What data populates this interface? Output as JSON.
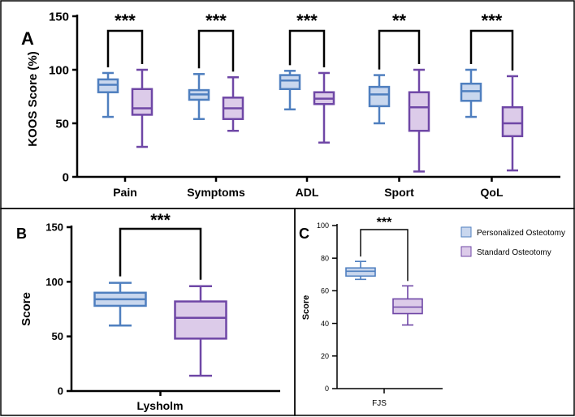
{
  "colors": {
    "personalized_fill": "#c9d7ee",
    "personalized_stroke": "#4f7fbf",
    "standard_fill": "#dccbe9",
    "standard_stroke": "#6f47a6",
    "bracket": "#000000",
    "panel_border": "#000000"
  },
  "legend": {
    "items": [
      {
        "label": "Personalized Osteotomy",
        "series": "personalized"
      },
      {
        "label": "Standard Osteotomy",
        "series": "standard"
      }
    ]
  },
  "chart_data": [
    {
      "panel": "A",
      "type": "box",
      "ylabel": "KOOS Score (%)",
      "ylim": [
        0,
        150
      ],
      "yticks": [
        0,
        50,
        100,
        150
      ],
      "categories": [
        "Pain",
        "Symptoms",
        "ADL",
        "Sport",
        "QoL"
      ],
      "series": [
        {
          "key": "personalized",
          "boxes": [
            {
              "min": 56,
              "q1": 79,
              "median": 86,
              "q3": 91,
              "max": 97
            },
            {
              "min": 54,
              "q1": 72,
              "median": 77,
              "q3": 81,
              "max": 96
            },
            {
              "min": 63,
              "q1": 82,
              "median": 90,
              "q3": 95,
              "max": 99
            },
            {
              "min": 50,
              "q1": 66,
              "median": 77,
              "q3": 84,
              "max": 95
            },
            {
              "min": 56,
              "q1": 71,
              "median": 80,
              "q3": 87,
              "max": 100
            }
          ]
        },
        {
          "key": "standard",
          "boxes": [
            {
              "min": 28,
              "q1": 58,
              "median": 64,
              "q3": 82,
              "max": 100
            },
            {
              "min": 43,
              "q1": 54,
              "median": 64,
              "q3": 74,
              "max": 93
            },
            {
              "min": 32,
              "q1": 68,
              "median": 73,
              "q3": 79,
              "max": 97
            },
            {
              "min": 5,
              "q1": 43,
              "median": 65,
              "q3": 79,
              "max": 100
            },
            {
              "min": 6,
              "q1": 38,
              "median": 50,
              "q3": 65,
              "max": 94
            }
          ]
        }
      ],
      "significance": [
        "***",
        "***",
        "***",
        "**",
        "***"
      ]
    },
    {
      "panel": "B",
      "type": "box",
      "ylabel": "Score",
      "xlabel": "Lysholm",
      "ylim": [
        0,
        150
      ],
      "yticks": [
        0,
        50,
        100,
        150
      ],
      "categories": [
        ""
      ],
      "series": [
        {
          "key": "personalized",
          "boxes": [
            {
              "min": 60,
              "q1": 78,
              "median": 84,
              "q3": 90,
              "max": 99
            }
          ]
        },
        {
          "key": "standard",
          "boxes": [
            {
              "min": 14,
              "q1": 48,
              "median": 67,
              "q3": 82,
              "max": 96
            }
          ]
        }
      ],
      "significance": [
        "***"
      ]
    },
    {
      "panel": "C",
      "type": "box",
      "ylabel": "Score",
      "xlabel": "FJS",
      "ylim": [
        0,
        100
      ],
      "yticks": [
        0,
        20,
        40,
        60,
        80,
        100
      ],
      "categories": [
        ""
      ],
      "series": [
        {
          "key": "personalized",
          "boxes": [
            {
              "min": 67,
              "q1": 69,
              "median": 72,
              "q3": 74,
              "max": 78
            }
          ]
        },
        {
          "key": "standard",
          "boxes": [
            {
              "min": 39,
              "q1": 46,
              "median": 50,
              "q3": 55,
              "max": 63
            }
          ]
        }
      ],
      "significance": [
        "***"
      ]
    }
  ]
}
